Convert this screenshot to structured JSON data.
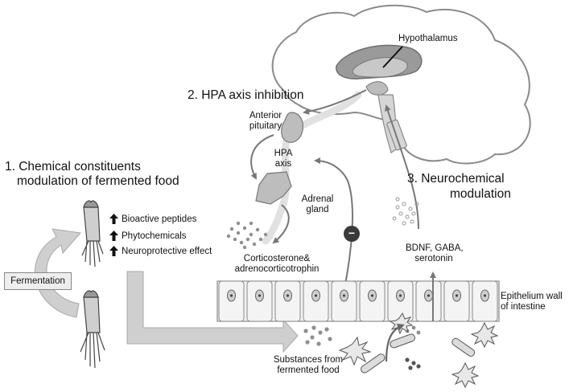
{
  "diagram": {
    "headings": {
      "step1_line1": "1. Chemical constituents",
      "step1_line2": "modulation of fermented food",
      "step2": "2. HPA axis inhibition",
      "step3_line1": "3. Neurochemical",
      "step3_line2": "modulation"
    },
    "constituents": [
      "Bioactive peptides",
      "Phytochemicals",
      "Neuroprotective effect"
    ],
    "fermentation_label": "Fermentation",
    "brain": {
      "hypothalamus": "Hypothalamus"
    },
    "pituitary": {
      "line1": "Anterior",
      "line2": "pituitary"
    },
    "hpa_axis": {
      "line1": "HPA",
      "line2": "axis"
    },
    "adrenal": {
      "line1": "Adrenal",
      "line2": "gland"
    },
    "hormones": {
      "line1": "Corticosterone&",
      "line2": "adrenocorticotrophin"
    },
    "inhibition_sign": "−",
    "neurochemicals": {
      "line1": "BDNF, GABA,",
      "line2": "serotonin"
    },
    "epithelium": {
      "line1": "Epithelium wall",
      "line2": "of intestine"
    },
    "substances": {
      "line1": "Substances from",
      "line2": "fermented food"
    },
    "colors": {
      "brain_fill": "#ffffff",
      "brain_stroke": "#888888",
      "organ_fill": "#bdbdbd",
      "arrow_gray": "#777777",
      "big_arrow_fill": "#cfcfcf",
      "cell_fill": "#f2f2f2",
      "dot_dark": "#666666"
    }
  }
}
